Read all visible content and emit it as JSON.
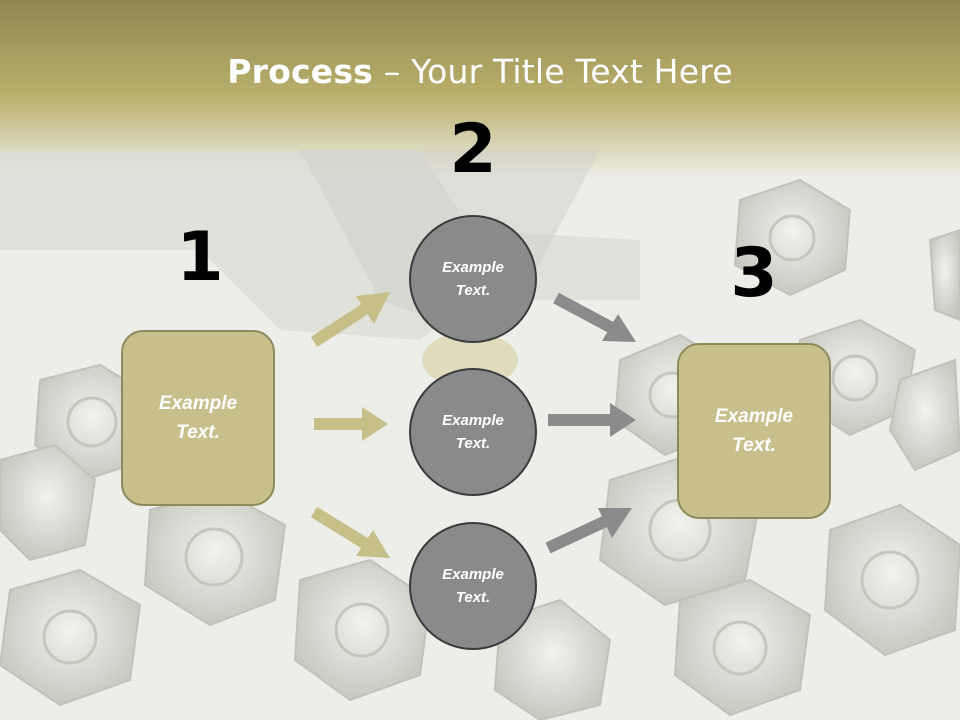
{
  "slide": {
    "title_bold": "Process",
    "title_rest": " – Your Title Text Here",
    "steps": [
      {
        "number": "1",
        "label": "Example\nText."
      },
      {
        "number": "2",
        "label": "Example\nText."
      },
      {
        "number": "3",
        "label": "Example\nText."
      }
    ],
    "circles": [
      {
        "label": "Example\nText."
      },
      {
        "label": "Example\nText."
      },
      {
        "label": "Example\nText."
      }
    ]
  },
  "colors": {
    "header_band": "#b4ac68",
    "box_fill": "#c8c08c",
    "circle_fill": "#8a8a8a",
    "arrow_gold": "#c7bf88",
    "arrow_gray": "#8b8b8b"
  }
}
